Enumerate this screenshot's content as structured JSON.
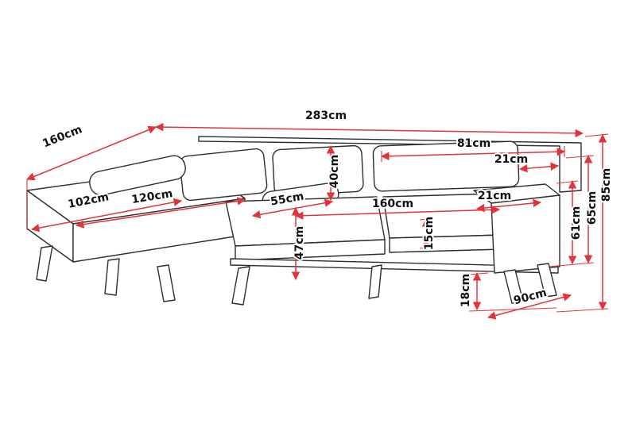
{
  "diagram": {
    "type": "furniture-dimension-diagram",
    "subject": "corner sofa with left chaise, isometric line drawing with red dimension lines",
    "colors": {
      "dimension_line": "#e2333a",
      "outline": "#2e2e2e",
      "background": "#ffffff"
    },
    "labels": {
      "total_width": "283cm",
      "chaise_depth": "160cm",
      "chaise_seat_width": "102cm",
      "chaise_width": "120cm",
      "seat_depth": "55cm",
      "back_cushion_height": "40cm",
      "seat_height": "47cm",
      "back_cushion_width": "81cm",
      "back_edge_gap": "21cm",
      "seat_width": "160cm",
      "seat_cushion_height": "15cm",
      "armrest_width": "21cm",
      "armrest_height": "61cm",
      "backrest_height": "65cm",
      "total_height": "85cm",
      "leg_height": "18cm",
      "total_depth": "90cm"
    }
  }
}
